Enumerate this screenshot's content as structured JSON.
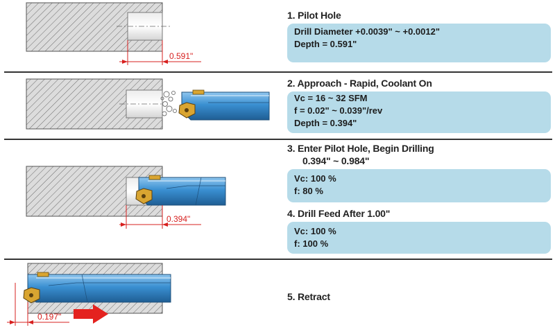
{
  "steps": [
    {
      "title": "1. Pilot Hole",
      "lines": [
        "Drill Diameter +0.0039\" ~ +0.0012\"",
        "Depth = 0.591\""
      ]
    },
    {
      "title": "2. Approach - Rapid, Coolant On",
      "lines": [
        "Vc = 16 ~ 32 SFM",
        "f = 0.02\" ~ 0.039\"/rev",
        "Depth = 0.394\""
      ]
    },
    {
      "title": "3. Enter Pilot Hole, Begin Drilling",
      "subtitle": "0.394\" ~ 0.984\"",
      "lines": [
        "Vc: 100 %",
        "f: 80 %"
      ]
    },
    {
      "title": "4. Drill Feed After 1.00\"",
      "lines": [
        "Vc: 100 %",
        "f: 100 %"
      ]
    },
    {
      "title": "5. Retract"
    }
  ],
  "dimensions": {
    "pilot_depth": "0.591\"",
    "enter_depth": "0.394\"",
    "retract_offset": "0.197\""
  },
  "colors": {
    "box_fill": "#b6dbe9",
    "dimension_red": "#d7201f",
    "tool_blue": "#3a8fd1",
    "insert_gold": "#d9a531",
    "workpiece_gray": "#dcdcdc"
  }
}
